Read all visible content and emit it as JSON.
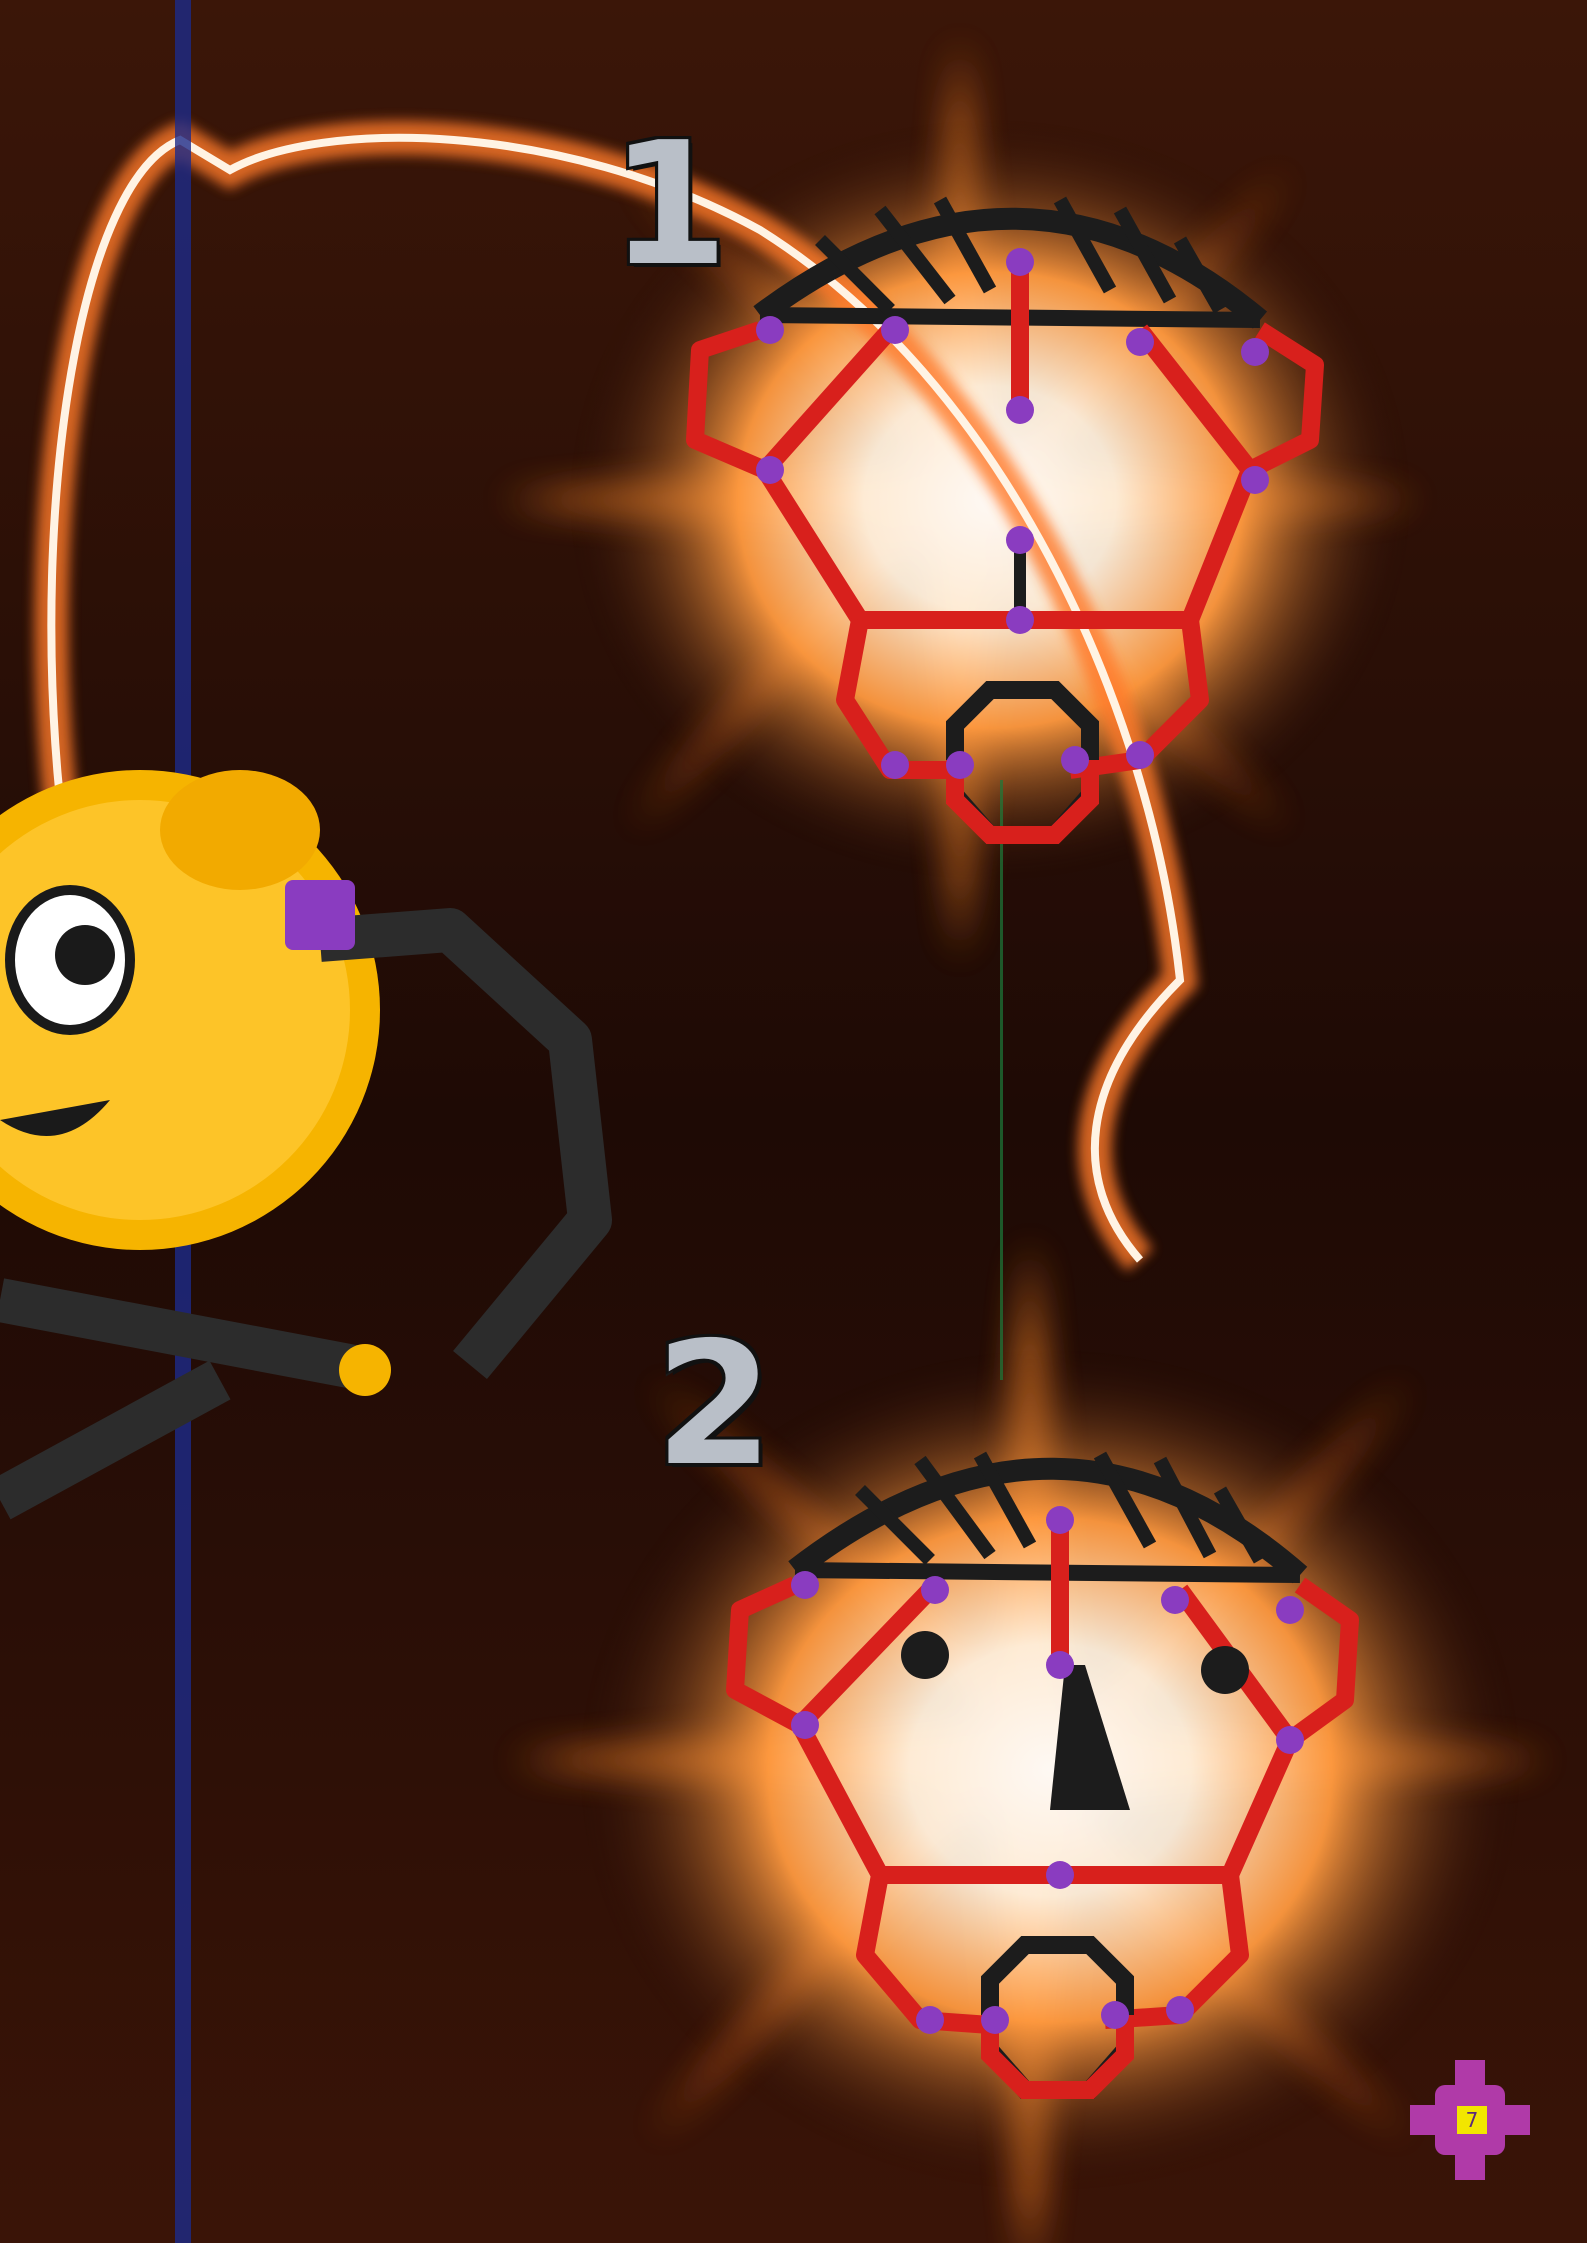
{
  "page": {
    "page_number": "7"
  },
  "steps": [
    {
      "number": "1"
    },
    {
      "number": "2"
    }
  ],
  "colors": {
    "background_dark": "#2a0f08",
    "glow_orange": "#ff8a2a",
    "rod_red": "#d8201c",
    "rod_black": "#1c1c1c",
    "connector_purple": "#8a3cc0",
    "mascot_yellow": "#f6b400",
    "badge_yellow": "#f2e600"
  },
  "icons": {
    "mascot": "smiling-yellow-ball-icon",
    "page_badge": "purple-connector-icon"
  }
}
